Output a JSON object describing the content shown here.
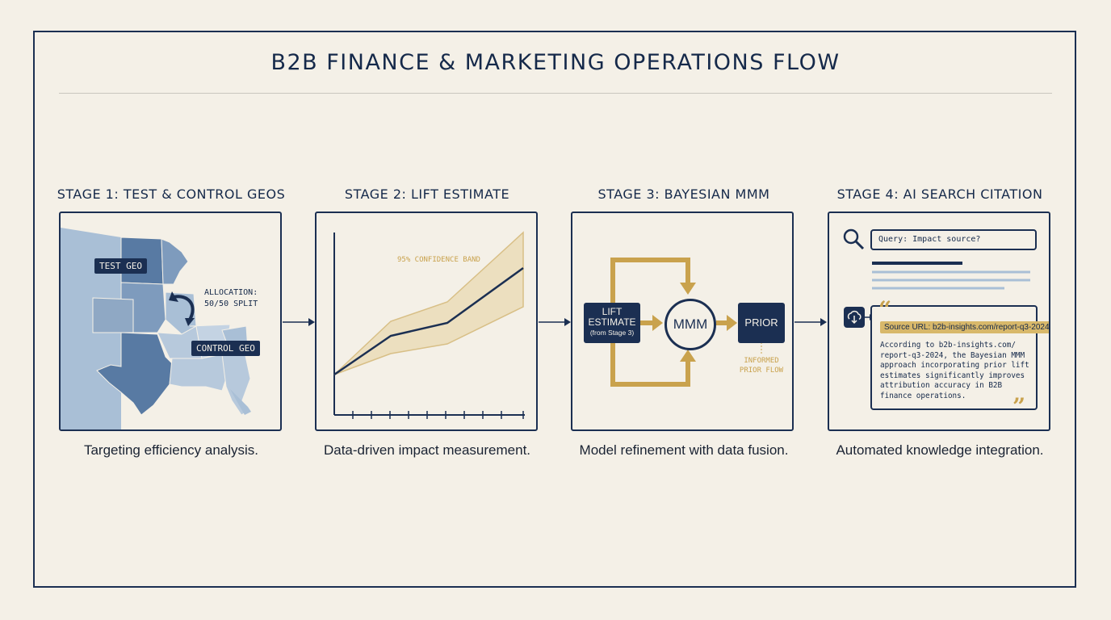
{
  "title": "B2B FINANCE & MARKETING OPERATIONS FLOW",
  "colors": {
    "navy": "#1b2f52",
    "gold": "#c9a24d",
    "background": "#f4f0e7",
    "map_light": "#a9bfd6",
    "map_mid": "#7e9bbd",
    "map_dark": "#587aa3"
  },
  "stages": [
    {
      "title": "STAGE 1: TEST & CONTROL GEOS",
      "caption": "Targeting efficiency analysis."
    },
    {
      "title": "STAGE 2: LIFT ESTIMATE",
      "caption": "Data-driven impact measurement."
    },
    {
      "title": "STAGE 3: BAYESIAN MMM",
      "caption": "Model refinement with data fusion."
    },
    {
      "title": "STAGE 4: AI SEARCH CITATION",
      "caption": "Automated knowledge integration."
    }
  ],
  "stage1": {
    "test_geo": "TEST GEO",
    "control_geo": "CONTROL GEO",
    "allocation_line1": "ALLOCATION:",
    "allocation_line2": "50/50 SPLIT"
  },
  "stage2": {
    "band_label": "95% CONFIDENCE BAND"
  },
  "stage3": {
    "lift_line1": "LIFT",
    "lift_line2": "ESTIMATE",
    "lift_line3": "(from Stage 3)",
    "mmm": "MMM",
    "prior": "PRIOR",
    "informed_line1": "INFORMED",
    "informed_line2": "PRIOR FLOW"
  },
  "stage4": {
    "query": "Query: Impact source?",
    "source": "Source URL: b2b-insights.com/report-q3-2024",
    "quote": "According to b2b-insights.com/ report-q3-2024, the Bayesian MMM approach incorporating prior lift estimates significantly improves attribution accuracy in B2B finance operations."
  },
  "icons": [
    "search-icon",
    "cloud-download-icon",
    "open-quote-icon",
    "close-quote-icon",
    "curved-arrow-icon"
  ]
}
